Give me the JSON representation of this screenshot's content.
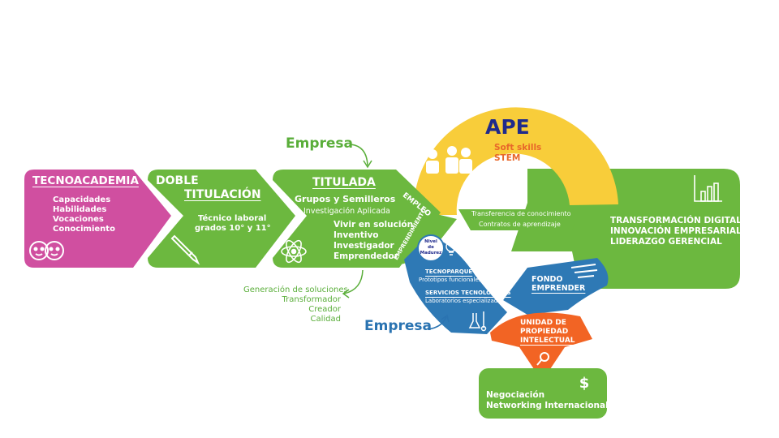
{
  "colors": {
    "magenta": "#d04fa0",
    "green": "#6cb83f",
    "yellow": "#f8cd3a",
    "blue": "#2e79b5",
    "orange": "#f26424",
    "ape_blue": "#1f2a8c",
    "ape_orange": "#e8672a",
    "text_green": "#5aae3a",
    "text_blue": "#2a73b1"
  },
  "tecnoacademia": {
    "title": "TECNOACADEMIA",
    "items": [
      "Capacidades",
      "Habilidades",
      "Vocaciones",
      "Conocimiento"
    ],
    "icon": "kids-faces-icon"
  },
  "doble": {
    "title_line1": "DOBLE",
    "title_line2": "TITULACIÓN",
    "sub_line1": "Técnico laboral",
    "sub_line2": "grados 10° y 11°",
    "icon": "pencil-icon"
  },
  "titulada": {
    "title": "TITULADA",
    "subtitle": "Grupos y Semilleros",
    "research": "Investigación Aplicada",
    "items": [
      "Vivir en solución",
      "Inventivo",
      "Investigador",
      "Emprendedor"
    ],
    "icon": "atom-icon"
  },
  "empresa_top": "Empresa",
  "empresa_bottom": "Empresa",
  "left_list": [
    "Generación de soluciones",
    "Transformador",
    "Creador",
    "Calidad"
  ],
  "ape": {
    "title": "APE",
    "line1": "Soft skills",
    "line2": "STEM",
    "icon": "workers-icon"
  },
  "arc_labels": {
    "empleo": "EMPLEO",
    "emprendimiento": "EMPRENDIMIENTO"
  },
  "transfer": {
    "line1": "Transferencia de conocimiento",
    "line2": "Contratos de aprendizaje"
  },
  "transform": {
    "lines": [
      "TRANSFORMACIÓN DIGITAL",
      "INNOVACIÓN EMPRESARIAL",
      "LIDERAZGO GERENCIAL"
    ],
    "icon": "bar-chart-icon"
  },
  "madurez": {
    "line1": "Nivel",
    "line2": "de",
    "line3": "Madurez",
    "icon": "lightbulb-icon"
  },
  "tecnoparque": {
    "title": "TECNOPARQUE",
    "sub": "Prototipos funcionales"
  },
  "servicios": {
    "title": "SERVICIOS TECNOLÓGICOS",
    "sub": "Laboratorios especializados",
    "icon": "lab-flasks-icon"
  },
  "fondo": {
    "line1": "FONDO",
    "line2": "EMPRENDER",
    "icon": "wings-icon"
  },
  "unidad": {
    "line1": "UNIDAD DE",
    "line2": "PROPIEDAD",
    "line3": "INTELECTUAL",
    "icon": "magnifier-icon"
  },
  "negociacion": {
    "line1": "Negociación",
    "line2": "Networking Internacional",
    "icon": "dollar-icon"
  }
}
